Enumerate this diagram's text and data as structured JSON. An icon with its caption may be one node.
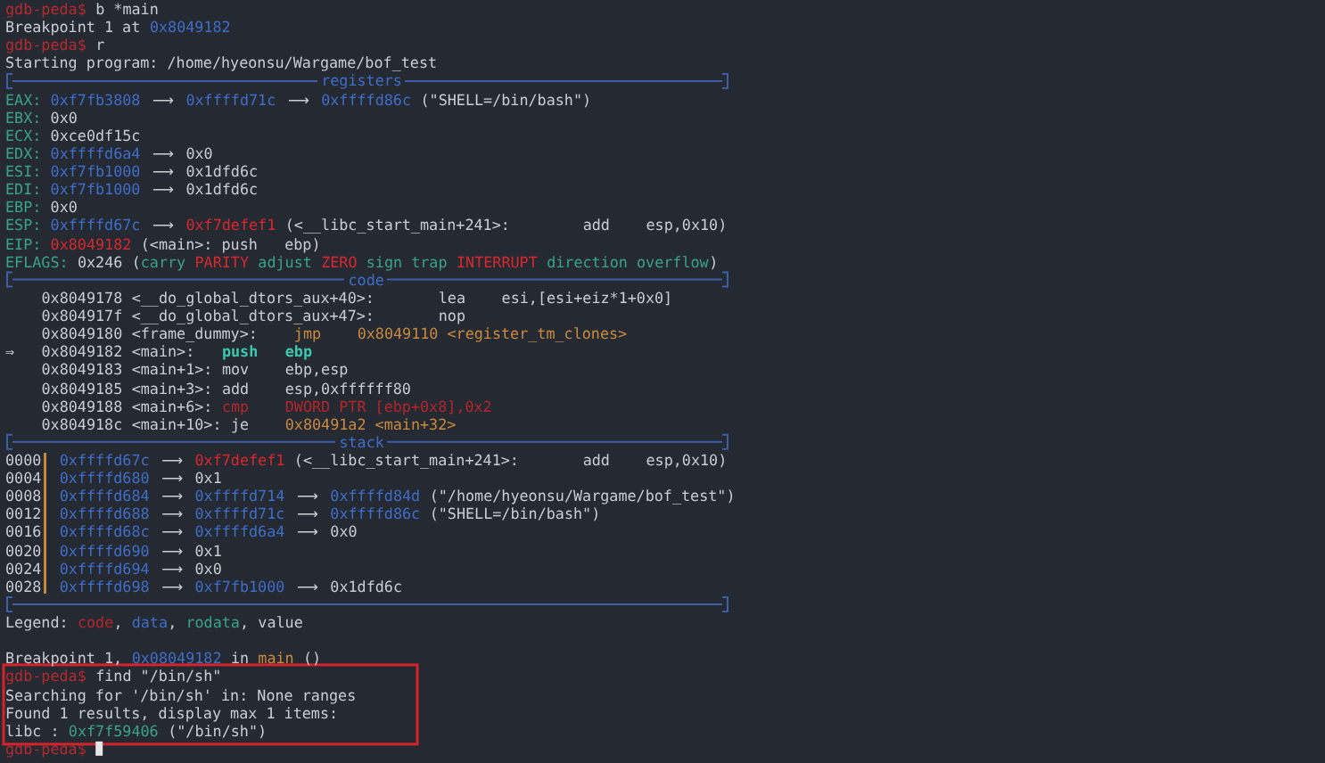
{
  "diagram": {
    "labels": [
      "gdb-peda$",
      "b *main",
      "Breakpoint 1 at",
      "0x8049182",
      "gdb-peda$",
      "r",
      "Starting program: /home/hyeonsu/Wargame/bof_test",
      "registers",
      "EAX:",
      "0xf7fb3808",
      "⟶",
      "0xffffd71c",
      "⟶",
      "0xffffd86c",
      "(\"SHELL=/bin/bash\")",
      "EBX:",
      "0x0",
      "ECX:",
      "0xce0df15c",
      "EDX:",
      "0xffffd6a4",
      "⟶",
      "0x0",
      "ESI:",
      "0xf7fb1000",
      "⟶",
      "0x1dfd6c",
      "EDI:",
      "0xf7fb1000",
      "⟶",
      "0x1dfd6c",
      "EBP:",
      "0x0",
      "ESP:",
      "0xffffd67c",
      "⟶",
      "0xf7defef1",
      "(<__libc_start_main+241>:",
      "add",
      "esp,0x10)",
      "EIP:",
      "0x8049182",
      "(<main>: push   ebp)",
      "EFLAGS:",
      "0x246",
      "(",
      "carry",
      "PARITY",
      "adjust",
      "ZERO",
      "sign trap",
      "INTERRUPT",
      "direction overflow",
      ")",
      "code",
      "0x8049178",
      "<__do_global_dtors_aux+40>:",
      "lea",
      "esi,[esi+eiz*1+0x0]",
      "0x804917f",
      "<__do_global_dtors_aux+47>:",
      "nop",
      "0x8049180",
      "<frame_dummy>:",
      "jmp",
      "0x8049110 <register_tm_clones>",
      "⇒",
      "0x8049182",
      "<main>:",
      "push",
      "ebp",
      "0x8049183",
      "<main+1>:",
      "mov",
      "ebp,esp",
      "0x8049185",
      "<main+3>:",
      "add",
      "esp,0xffffff80",
      "0x8049188",
      "<main+6>:",
      "cmp",
      "DWORD PTR [ebp+0x8],0x2",
      "0x804918c",
      "<main+10>:",
      "je",
      "0x80491a2 <main+32>",
      "stack",
      "0000",
      "0xffffd67c",
      "⟶",
      "0xf7defef1",
      "(<__libc_start_main+241>:",
      "add",
      "esp,0x10)",
      "0004",
      "0xffffd680",
      "⟶",
      "0x1",
      "0008",
      "0xffffd684",
      "⟶",
      "0xffffd714",
      "⟶",
      "0xffffd84d",
      "(\"/home/hyeonsu/Wargame/bof_test\")",
      "0012",
      "0xffffd688",
      "⟶",
      "0xffffd71c",
      "⟶",
      "0xffffd86c",
      "(\"SHELL=/bin/bash\")",
      "0016",
      "0xffffd68c",
      "⟶",
      "0xffffd6a4",
      "⟶",
      "0x0",
      "0020",
      "0xffffd690",
      "⟶",
      "0x1",
      "0024",
      "0xffffd694",
      "⟶",
      "0x0",
      "0028",
      "0xffffd698",
      "⟶",
      "0xf7fb1000",
      "⟶",
      "0x1dfd6c",
      "Legend:",
      ",",
      ",",
      ",",
      "Breakpoint 1,",
      "0x08049182",
      "in",
      "main",
      "()",
      "gdb-peda$",
      "find \"/bin/sh\"",
      "Searching for '/bin/sh' in: None ranges",
      "Found 1 results, display max 1 items:",
      "libc :",
      "0xf7f59406",
      "(\"/bin/sh\")",
      "gdb-peda$"
    ],
    "legend": [
      {
        "text": "code",
        "color": "#b3262b"
      },
      {
        "text": "data",
        "color": "#3f6ec8"
      },
      {
        "text": "rodata",
        "color": "#3aa28a"
      },
      {
        "text": "value",
        "color": "#c9ccd1"
      }
    ]
  }
}
